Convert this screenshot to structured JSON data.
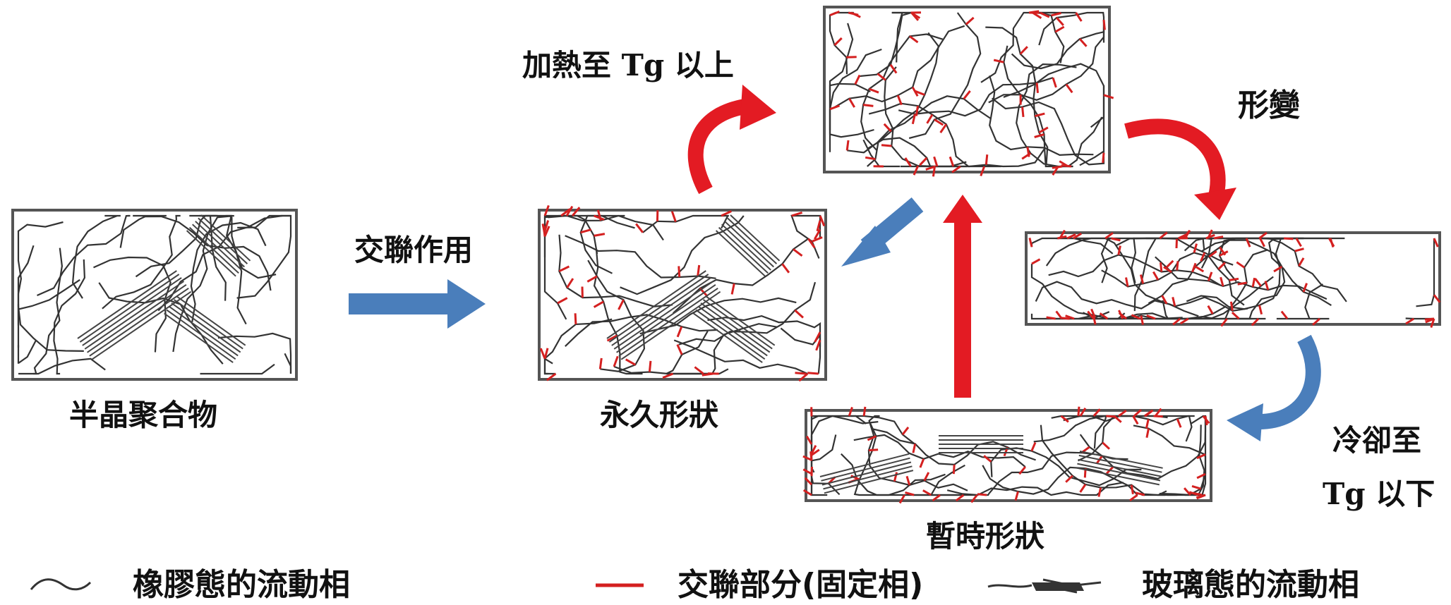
{
  "labels": {
    "semicrystalline": "半晶聚合物",
    "crosslinking": "交聯作用",
    "permanent_shape": "永久形狀",
    "heat_above_tg": "加熱至 Tg 以上",
    "deformation": "形變",
    "cool_below_tg_line1": "冷卻至",
    "cool_below_tg_line2": "Tg 以下",
    "temporary_shape": "暫時形狀"
  },
  "legend": {
    "rubbery": "橡膠態的流動相",
    "crosslink": "交聯部分(固定相)",
    "glassy": "玻璃態的流動相"
  },
  "colors": {
    "red_arrow": "#e31b23",
    "blue_arrow": "#4a7ebb",
    "chain": "#333333",
    "crosslink": "#d42020",
    "box_border": "#555555"
  }
}
